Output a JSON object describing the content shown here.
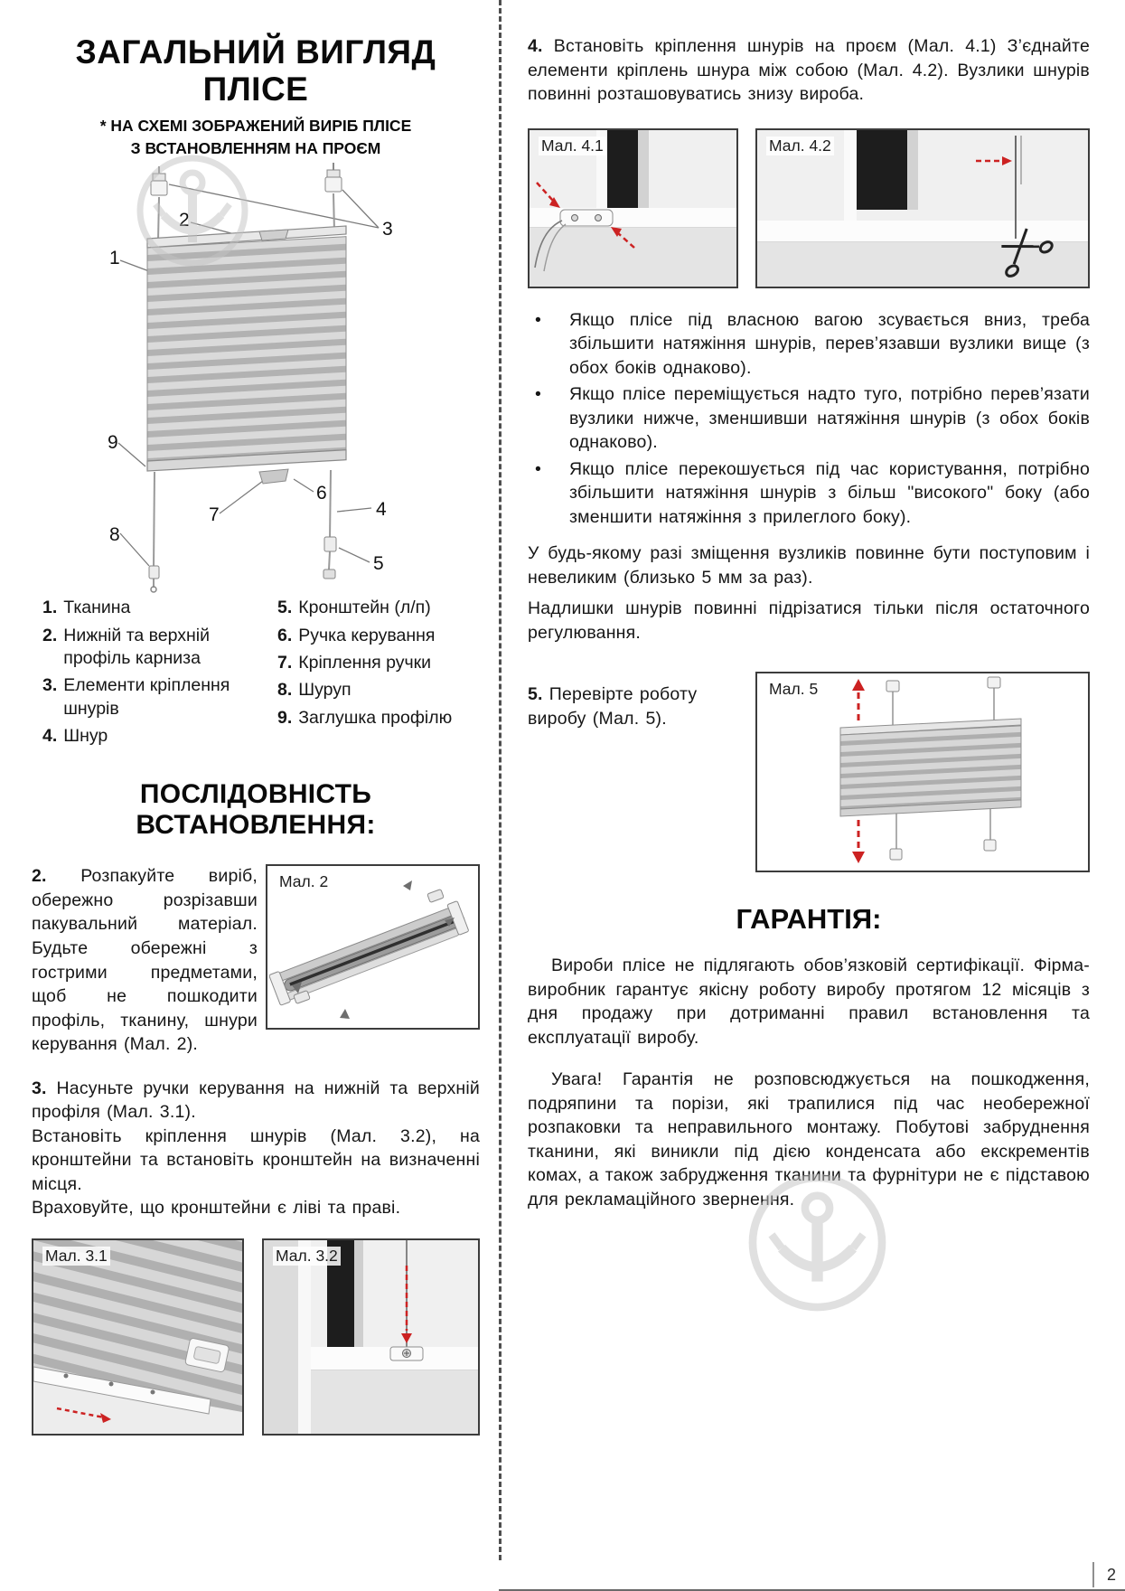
{
  "page": {
    "number": "2"
  },
  "left": {
    "title_line1": "ЗАГАЛЬНИЙ ВИГЛЯД",
    "title_line2": "ПЛІСЕ",
    "subtitle_line1": "* НА СХЕМІ ЗОБРАЖЕНИЙ ВИРІБ ПЛІСЕ",
    "subtitle_line2": "З ВСТАНОВЛЕННЯМ НА ПРОЄМ",
    "legend": {
      "col1": [
        {
          "num": "1.",
          "text": "Тканина"
        },
        {
          "num": "2.",
          "text": "Нижній та верхній профіль карниза"
        },
        {
          "num": "3.",
          "text": "Елементи кріплення шнурів"
        },
        {
          "num": "4.",
          "text": "Шнур"
        }
      ],
      "col2": [
        {
          "num": "5.",
          "text": "Кронштейн (л/п)"
        },
        {
          "num": "6.",
          "text": "Ручка керування"
        },
        {
          "num": "7.",
          "text": "Кріплення ручки"
        },
        {
          "num": "8.",
          "text": "Шуруп"
        },
        {
          "num": "9.",
          "text": "Заглушка профілю"
        }
      ]
    },
    "install_heading": "ПОСЛІДОВНІСТЬ ВСТАНОВЛЕННЯ:",
    "step2": {
      "num": "2.",
      "text": "Розпакуйте виріб, обережно розрізавши пакувальний матеріал. Будьте обережні з гострими предметами, щоб не пошкодити профіль, тканину, шнури керування (Мал. 2)."
    },
    "fig2_label": "Мал. 2",
    "step3": {
      "num": "3.",
      "p1": "Насуньте ручки керування на нижній та верхній профіля (Мал. 3.1).",
      "p2": "Встановіть кріплення шнурів (Мал. 3.2), на кронштейни та встановіть кронштейн на визначенні місця.",
      "p3": "Враховуйте, що кронштейни є ліві та праві."
    },
    "fig31_label": "Мал. 3.1",
    "fig32_label": "Мал. 3.2"
  },
  "right": {
    "step4": {
      "num": "4.",
      "text": "Встановіть кріплення шнурів на проєм (Мал. 4.1) З’єднайте елементи кріплень шнура між собою (Мал. 4.2). Вузлики шнурів повинні розташовуватись знизу вироба."
    },
    "fig41_label": "Мал. 4.1",
    "fig42_label": "Мал. 4.2",
    "bullet_glyph": "•",
    "bullets": [
      "Якщо плісе під власною вагою зсувається вниз, треба збільшити натяжіння шнурів, перев’язавши вузлики вище (з обох боків однаково).",
      "Якщо плісе переміщується надто туго, потрібно перев’язати вузлики нижче, зменшивши натяжіння шнурів (з обох боків однаково).",
      "Якщо плісе перекошується під час користування, потрібно збільшити натяжіння шнурів з більш \"високого\" боку (або зменшити натяжіння з прилеглого боку)."
    ],
    "note1": "У будь-якому разі зміщення вузликів повинне бути поступовим і невеликим (близько 5 мм за раз).",
    "note2": "Надлишки шнурів повинні підрізатися тільки після остаточного регулювання.",
    "step5": {
      "num": "5.",
      "text": "Перевірте роботу виробу (Мал. 5)."
    },
    "fig5_label": "Мал. 5",
    "warranty": {
      "heading": "ГАРАНТІЯ:",
      "p1": "Вироби плісе не підлягають обов’язковій сертифікації. Фірма-виробник гарантує якісну роботу виробу протягом 12 місяців з дня продажу при дотриманні правил встановлення та експлуатації виробу.",
      "p2": "Увага! Гарантія не розповсюджується на пошкодження, подряпини та порізи, які трапилися під час необережної розпаковки та неправильного монтажу. Побутові забруднення тканини, які виникли під дією конденсата або екскрементів комах, а також забрудження тканини та фурнітури не є підставою для рекламаційного звернення."
    }
  },
  "diagram": {
    "callouts": [
      "1",
      "2",
      "3",
      "4",
      "5",
      "6",
      "7",
      "8",
      "9"
    ]
  },
  "colors": {
    "accent_red": "#cc2222",
    "line_gray": "#8a8a8a",
    "watermark_gray": "#c3c3c3"
  }
}
